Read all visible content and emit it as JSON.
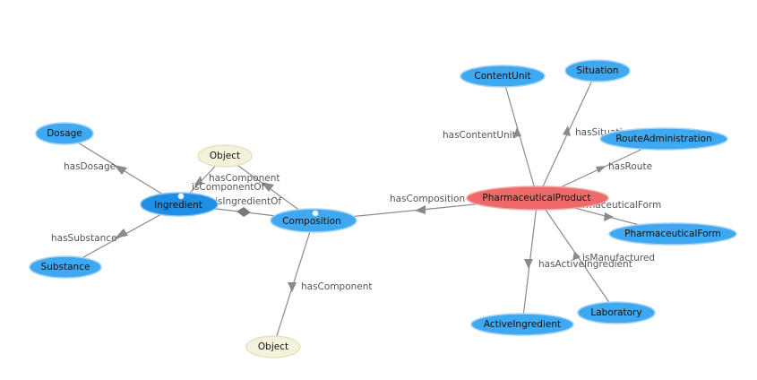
{
  "nodes": {
    "dosage": "Dosage",
    "substance": "Substance",
    "ingredient": "Ingredient",
    "object_top": "Object",
    "composition": "Composition",
    "object_bottom": "Object",
    "content_unit": "ContentUnit",
    "situation": "Situation",
    "route_administration": "RouteAdministration",
    "pharmaceutical_product": "PharmaceuticalProduct",
    "pharmaceutical_form": "PharmaceuticalForm",
    "active_ingredient": "ActiveIngredient",
    "laboratory": "Laboratory"
  },
  "edges": {
    "has_dosage": "hasDosage",
    "has_substance": "hasSubstance",
    "has_component_top": "hasComponent",
    "is_component_of": "isComponentOf",
    "is_ingredient_of": "isIngredientOf",
    "has_composition": "hasComposition",
    "has_component_bottom": "hasComponent",
    "has_content_unit": "hasContentUnit",
    "has_situation": "hasSituation",
    "has_route": "hasRoute",
    "has_pharmaceutical_form": "hasPharmaceuticalForm",
    "has_active_ingredient": "hasActiveIngredient",
    "is_manufactured": "isManufactured"
  },
  "colors": {
    "class_node": "#3ea8f0",
    "selected_node": "#1f8fe6",
    "thing_node": "#f5f2dc",
    "root_node": "#ee6a6a",
    "edge": "#8a8a8a"
  }
}
